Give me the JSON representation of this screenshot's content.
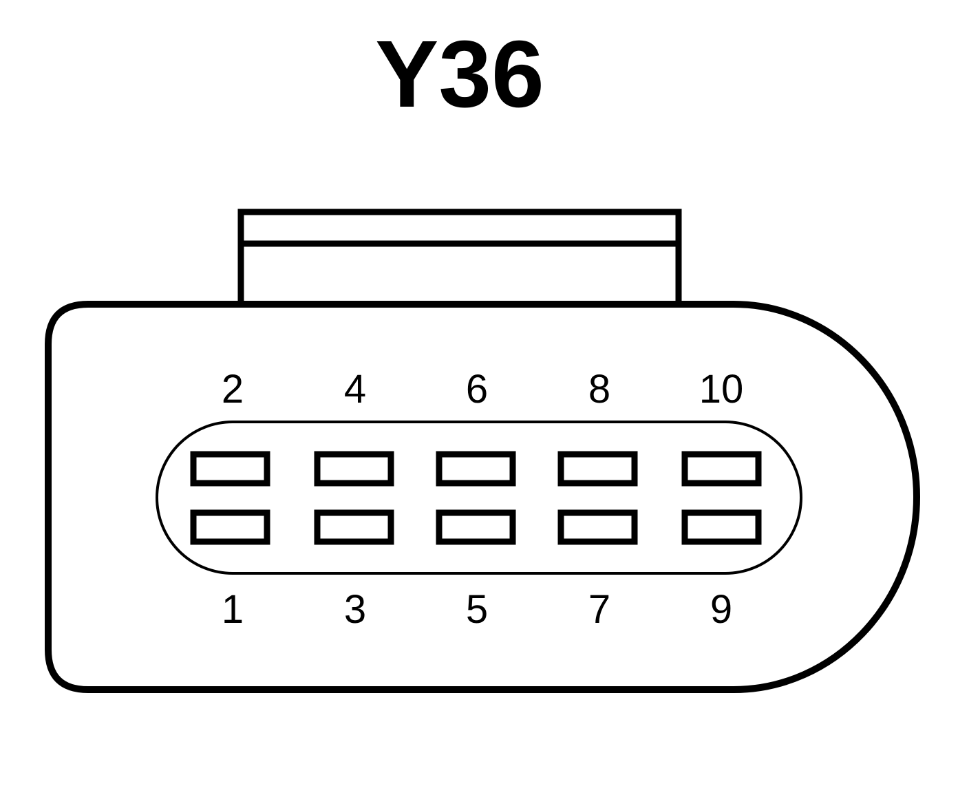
{
  "title": "Y36",
  "colors": {
    "stroke": "#000000",
    "background": "#ffffff"
  },
  "connector": {
    "top_row": [
      {
        "pin": "2"
      },
      {
        "pin": "4"
      },
      {
        "pin": "6"
      },
      {
        "pin": "8"
      },
      {
        "pin": "10"
      }
    ],
    "bottom_row": [
      {
        "pin": "1"
      },
      {
        "pin": "3"
      },
      {
        "pin": "5"
      },
      {
        "pin": "7"
      },
      {
        "pin": "9"
      }
    ]
  }
}
